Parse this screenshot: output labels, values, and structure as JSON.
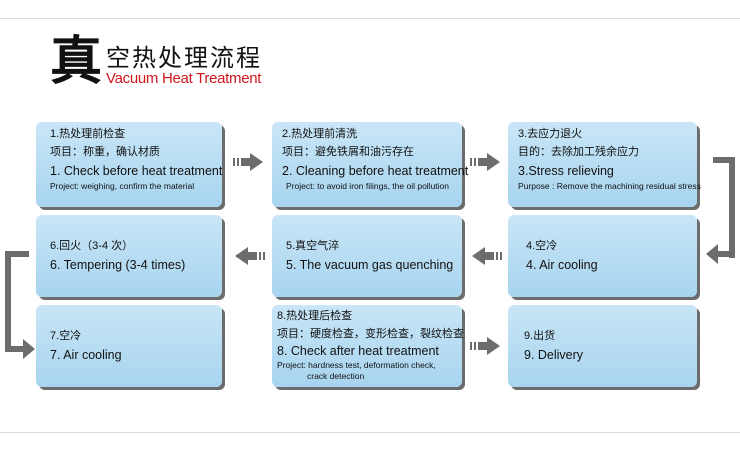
{
  "header": {
    "big_char": "真",
    "cn_title": "空热处理流程",
    "en_title": "Vacuum Heat Treatment"
  },
  "steps": [
    {
      "cn": "1.热处理前检查",
      "item": "项目：称重，确认材质",
      "en": "1. Check before heat treatment",
      "project": "Project: weighing, confirm the material"
    },
    {
      "cn": "2.热处理前清洗",
      "item": "项目：避免铁屑和油污存在",
      "en": "2. Cleaning before heat treatment",
      "project": "Project: to avoid iron filings, the oil pollution"
    },
    {
      "cn": "3.去应力退火",
      "item": "目的：去除加工残余应力",
      "en": "3.Stress relieving",
      "project": "Purpose : Remove the machining residual stress"
    },
    {
      "cn": "4.空冷",
      "en": "4. Air cooling"
    },
    {
      "cn": "5.真空气淬",
      "en": "5. The vacuum gas quenching"
    },
    {
      "cn": "6.回火（3-4 次）",
      "en": "6. Tempering (3-4 times)"
    },
    {
      "cn": "7.空冷",
      "en": "7. Air cooling"
    },
    {
      "cn": "8.热处理后检查",
      "item": "项目：硬度检查，变形检查，裂纹检查",
      "en": "8. Check after heat treatment",
      "project": "Project: hardness test, deformation check,",
      "project2": "crack detection"
    },
    {
      "cn": "9.出货",
      "en": "9. Delivery"
    }
  ],
  "colors": {
    "box": "#b8ddf3",
    "arrow": "#6c6c6c",
    "accent": "#d0161c"
  }
}
